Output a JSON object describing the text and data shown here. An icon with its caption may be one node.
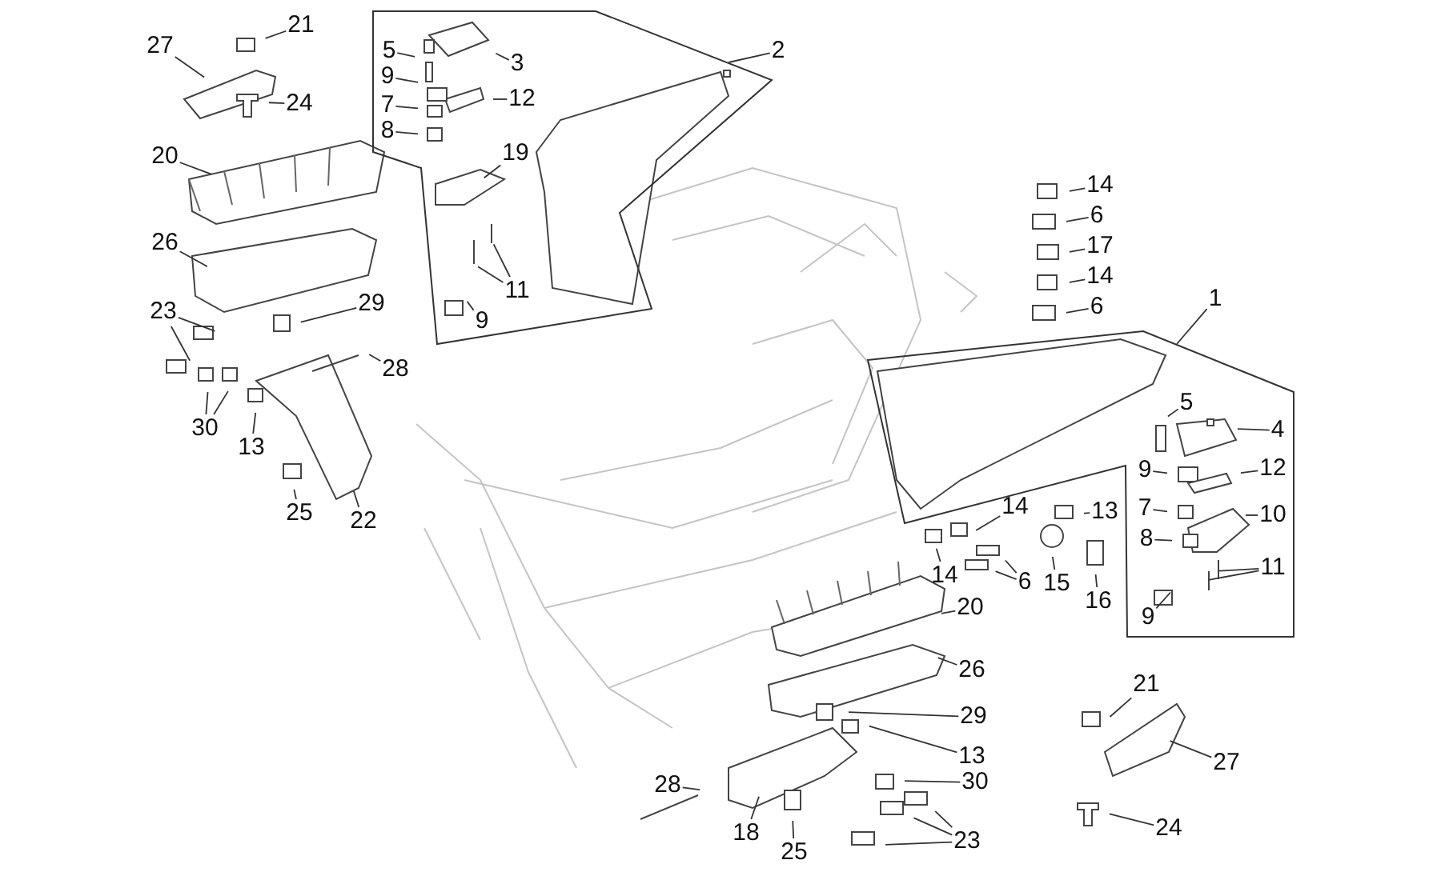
{
  "diagram": {
    "nodes": [
      {
        "text": [
          "27"
        ]
      },
      {
        "text": [
          "21"
        ]
      },
      {
        "text": [
          "24"
        ]
      },
      {
        "text": [],
        "shape": "box"
      },
      {
        "text": [
          "5"
        ],
        "in": 3
      },
      {
        "text": [
          "9"
        ],
        "in": 3
      },
      {
        "text": [
          "7"
        ],
        "in": 3
      },
      {
        "text": [
          "8"
        ],
        "in": 3
      },
      {
        "text": [
          "3"
        ],
        "in": 3
      },
      {
        "text": [
          "12"
        ],
        "in": 3
      },
      {
        "text": [
          "19"
        ],
        "in": 3
      },
      {
        "text": [
          "11"
        ],
        "in": 3
      },
      {
        "text": [
          "9"
        ],
        "in": 3
      },
      {
        "text": [
          "2"
        ]
      },
      {
        "text": [
          "20"
        ]
      },
      {
        "text": [
          "26"
        ]
      },
      {
        "text": [
          "23"
        ]
      },
      {
        "text": [
          "29"
        ]
      },
      {
        "text": [
          "28"
        ]
      },
      {
        "text": [
          "30"
        ]
      },
      {
        "text": [
          "13"
        ]
      },
      {
        "text": [
          "25"
        ]
      },
      {
        "text": [
          "22"
        ]
      },
      {
        "text": [
          "14"
        ]
      },
      {
        "text": [
          "6"
        ]
      },
      {
        "text": [
          "17"
        ]
      },
      {
        "text": [
          "14"
        ]
      },
      {
        "text": [
          "6"
        ]
      },
      {
        "text": [
          "1"
        ]
      },
      {
        "text": [],
        "shape": "box"
      },
      {
        "text": [
          "5"
        ],
        "in": 29
      },
      {
        "text": [
          "4"
        ],
        "in": 29
      },
      {
        "text": [
          "9"
        ],
        "in": 29
      },
      {
        "text": [
          "12"
        ],
        "in": 29
      },
      {
        "text": [
          "7"
        ],
        "in": 29
      },
      {
        "text": [
          "10"
        ],
        "in": 29
      },
      {
        "text": [
          "8"
        ],
        "in": 29
      },
      {
        "text": [
          "11"
        ],
        "in": 29
      },
      {
        "text": [
          "9"
        ],
        "in": 29
      },
      {
        "text": [
          "13"
        ]
      },
      {
        "text": [
          "14"
        ]
      },
      {
        "text": [
          "14"
        ]
      },
      {
        "text": [
          "6"
        ]
      },
      {
        "text": [
          "15"
        ]
      },
      {
        "text": [
          "16"
        ]
      },
      {
        "text": [
          "20"
        ]
      },
      {
        "text": [
          "26"
        ]
      },
      {
        "text": [
          "29"
        ]
      },
      {
        "text": [
          "13"
        ]
      },
      {
        "text": [
          "30"
        ]
      },
      {
        "text": [
          "28"
        ]
      },
      {
        "text": [
          "23"
        ]
      },
      {
        "text": [
          "18"
        ]
      },
      {
        "text": [
          "25"
        ]
      },
      {
        "text": [
          "21"
        ]
      },
      {
        "text": [
          "27"
        ]
      },
      {
        "text": [
          "24"
        ]
      }
    ],
    "edges": [
      {
        "from": 0,
        "to": null,
        "arrow": "none"
      },
      {
        "from": 1,
        "to": null,
        "arrow": "none"
      },
      {
        "from": 2,
        "to": null,
        "arrow": "none"
      },
      {
        "from": 4,
        "to": null,
        "arrow": "none"
      },
      {
        "from": 5,
        "to": null,
        "arrow": "none"
      },
      {
        "from": 6,
        "to": null,
        "arrow": "none"
      },
      {
        "from": 7,
        "to": null,
        "arrow": "none"
      },
      {
        "from": 8,
        "to": null,
        "arrow": "none"
      },
      {
        "from": 9,
        "to": null,
        "arrow": "none"
      },
      {
        "from": 10,
        "to": null,
        "arrow": "none"
      },
      {
        "from": 11,
        "to": null,
        "arrow": "none"
      },
      {
        "from": 11,
        "to": null,
        "arrow": "none"
      },
      {
        "from": 12,
        "to": null,
        "arrow": "none"
      },
      {
        "from": 13,
        "to": 3,
        "arrow": "none"
      },
      {
        "from": 14,
        "to": null,
        "arrow": "none"
      },
      {
        "from": 15,
        "to": null,
        "arrow": "none"
      },
      {
        "from": 16,
        "to": null,
        "arrow": "none"
      },
      {
        "from": 16,
        "to": null,
        "arrow": "none"
      },
      {
        "from": 17,
        "to": null,
        "arrow": "none"
      },
      {
        "from": 18,
        "to": null,
        "arrow": "none"
      },
      {
        "from": 19,
        "to": null,
        "arrow": "none"
      },
      {
        "from": 19,
        "to": null,
        "arrow": "none"
      },
      {
        "from": 20,
        "to": null,
        "arrow": "none"
      },
      {
        "from": 21,
        "to": null,
        "arrow": "none"
      },
      {
        "from": 22,
        "to": null,
        "arrow": "none"
      },
      {
        "from": 23,
        "to": null,
        "arrow": "none"
      },
      {
        "from": 24,
        "to": null,
        "arrow": "none"
      },
      {
        "from": 25,
        "to": null,
        "arrow": "none"
      },
      {
        "from": 26,
        "to": null,
        "arrow": "none"
      },
      {
        "from": 27,
        "to": null,
        "arrow": "none"
      },
      {
        "from": 28,
        "to": 29,
        "arrow": "none"
      },
      {
        "from": 30,
        "to": null,
        "arrow": "none"
      },
      {
        "from": 31,
        "to": null,
        "arrow": "none"
      },
      {
        "from": 32,
        "to": null,
        "arrow": "none"
      },
      {
        "from": 33,
        "to": null,
        "arrow": "none"
      },
      {
        "from": 34,
        "to": null,
        "arrow": "none"
      },
      {
        "from": 35,
        "to": null,
        "arrow": "none"
      },
      {
        "from": 36,
        "to": null,
        "arrow": "none"
      },
      {
        "from": 37,
        "to": null,
        "arrow": "none"
      },
      {
        "from": 37,
        "to": null,
        "arrow": "none"
      },
      {
        "from": 38,
        "to": null,
        "arrow": "none"
      },
      {
        "from": 39,
        "to": null,
        "arrow": "none"
      },
      {
        "from": 40,
        "to": null,
        "arrow": "none"
      },
      {
        "from": 41,
        "to": null,
        "arrow": "none"
      },
      {
        "from": 42,
        "to": null,
        "arrow": "none"
      },
      {
        "from": 42,
        "to": null,
        "arrow": "none"
      },
      {
        "from": 43,
        "to": null,
        "arrow": "none"
      },
      {
        "from": 44,
        "to": null,
        "arrow": "none"
      },
      {
        "from": 45,
        "to": null,
        "arrow": "none"
      },
      {
        "from": 46,
        "to": null,
        "arrow": "none"
      },
      {
        "from": 47,
        "to": null,
        "arrow": "none"
      },
      {
        "from": 48,
        "to": null,
        "arrow": "none"
      },
      {
        "from": 49,
        "to": null,
        "arrow": "none"
      },
      {
        "from": 50,
        "to": null,
        "arrow": "none"
      },
      {
        "from": 51,
        "to": null,
        "arrow": "none"
      },
      {
        "from": 51,
        "to": null,
        "arrow": "none"
      },
      {
        "from": 51,
        "to": null,
        "arrow": "none"
      },
      {
        "from": 52,
        "to": null,
        "arrow": "none"
      },
      {
        "from": 53,
        "to": null,
        "arrow": "none"
      },
      {
        "from": 54,
        "to": null,
        "arrow": "none"
      },
      {
        "from": 55,
        "to": null,
        "arrow": "none"
      },
      {
        "from": 56,
        "to": null,
        "arrow": "none"
      }
    ]
  }
}
